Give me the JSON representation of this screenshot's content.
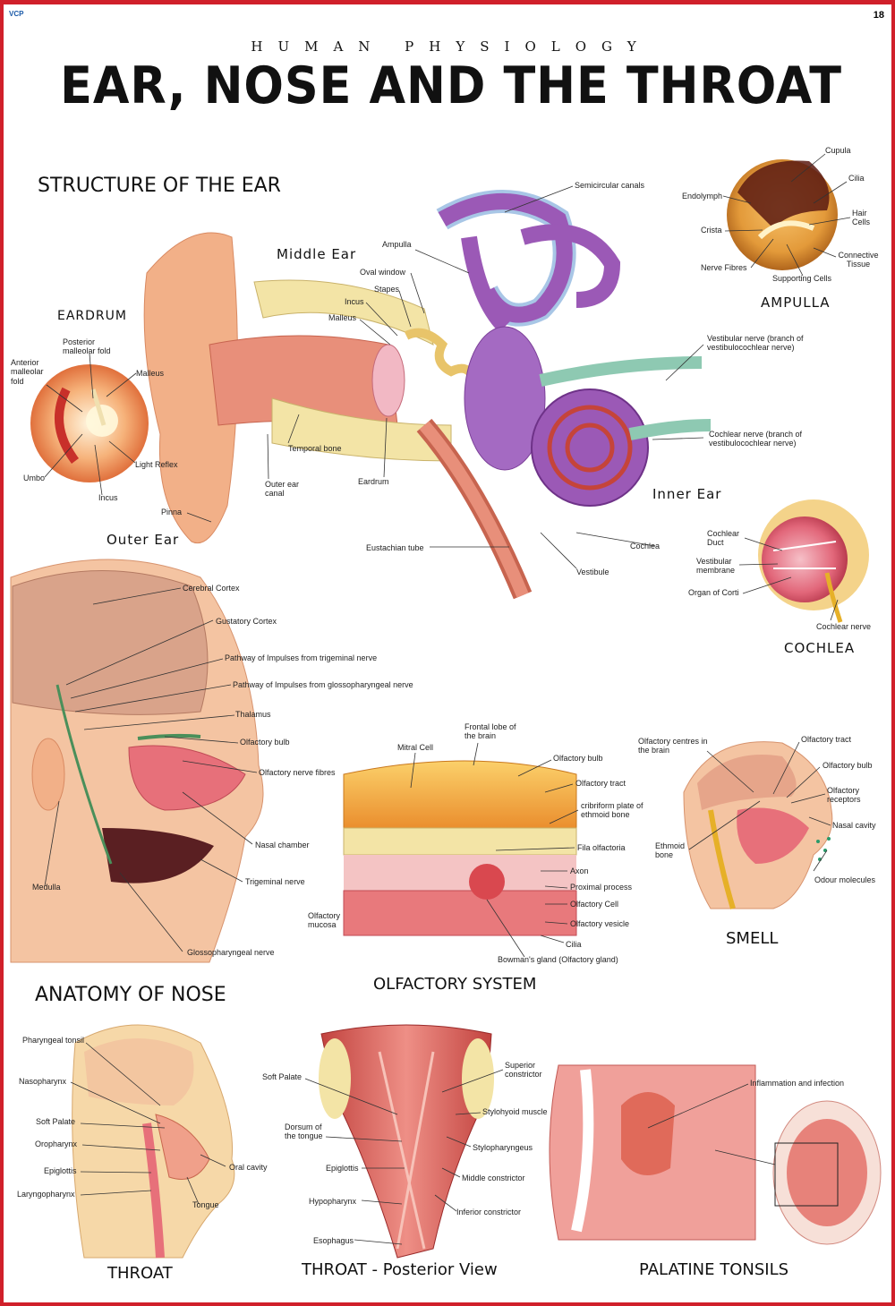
{
  "header": {
    "logo": "VCP",
    "page_number": "18",
    "supertitle": "HUMAN PHYSIOLOGY",
    "title": "EAR, NOSE AND THE THROAT"
  },
  "sections": {
    "structure_of_ear": "STRUCTURE OF THE EAR",
    "eardrum": "EARDRUM",
    "middle_ear": "Middle Ear",
    "outer_ear": "Outer Ear",
    "inner_ear": "Inner Ear",
    "ampulla": "AMPULLA",
    "cochlea": "COCHLEA",
    "anatomy_of_nose": "ANATOMY OF NOSE",
    "olfactory_system": "OLFACTORY SYSTEM",
    "smell": "SMELL",
    "throat": "THROAT",
    "throat_posterior": "THROAT - Posterior View",
    "palatine_tonsils": "PALATINE TONSILS"
  },
  "labels": {
    "eardrum": {
      "posterior_malleolar_fold": "Posterior malleolar fold",
      "anterior_malleolar_fold": "Anterior malleolar fold",
      "malleus": "Malleus",
      "umbo": "Umbo",
      "light_reflex": "Light Reflex",
      "incus": "Incus"
    },
    "ear": {
      "pinna": "Pinna",
      "semicircular_canals": "Semicircular canals",
      "ampulla": "Ampulla",
      "oval_window": "Oval window",
      "stapes": "Stapes",
      "incus": "Incus",
      "malleus": "Malleus",
      "temporal_bone": "Temporal bone",
      "outer_ear_canal": "Outer ear canal",
      "eardrum": "Eardrum",
      "eustachian_tube": "Eustachian tube",
      "vestibule": "Vestibule",
      "cochlea": "Cochlea",
      "vestibular_nerve": "Vestibular nerve (branch of vestibulocochlear nerve)",
      "cochlear_nerve": "Cochlear nerve (branch of vestibulocochlear nerve)"
    },
    "ampulla": {
      "cupula": "Cupula",
      "cilia": "Cilia",
      "endolymph": "Endolymph",
      "hair_cells": "Hair Cells",
      "crista": "Crista",
      "connective_tissue": "Connective Tissue",
      "nerve_fibres": "Nerve Fibres",
      "supporting_cells": "Supporting Cells"
    },
    "cochlea": {
      "cochlear_duct": "Cochlear Duct",
      "vestibular_membrane": "Vestibular membrane",
      "organ_of_corti": "Organ of Corti",
      "cochlear_nerve": "Cochlear nerve"
    },
    "nose": {
      "cerebral_cortex": "Cerebral Cortex",
      "gustatory_cortex": "Gustatory Cortex",
      "trigeminal_pathway": "Pathway of Impulses from trigeminal nerve",
      "glossopharyngeal_pathway": "Pathway of Impulses from glossopharyngeal nerve",
      "thalamus": "Thalamus",
      "olfactory_bulb": "Olfactory bulb",
      "olfactory_nerve_fibres": "Olfactory nerve fibres",
      "nasal_chamber": "Nasal chamber",
      "trigeminal_nerve": "Trigeminal nerve",
      "medulla": "Medulla",
      "glossopharyngeal_nerve": "Glossopharyngeal nerve"
    },
    "olfactory": {
      "frontal_lobe": "Frontal lobe of the brain",
      "mitral_cell": "Mitral Cell",
      "olfactory_bulb": "Olfactory bulb",
      "olfactory_tract": "Olfactory tract",
      "cribriform_plate": "cribriform plate of ethmoid bone",
      "fila_olfactoria": "Fila olfactoria",
      "axon": "Axon",
      "proximal_process": "Proximal process",
      "olfactory_cell": "Olfactory Cell",
      "olfactory_vesicle": "Olfactory vesicle",
      "cilia": "Cilia",
      "bowmans_gland": "Bowman's gland (Olfactory gland)",
      "olfactory_mucosa": "Olfactory mucosa"
    },
    "smell": {
      "olfactory_centres": "Olfactory centres in the brain",
      "olfactory_tract": "Olfactory tract",
      "olfactory_bulb": "Olfactory bulb",
      "olfactory_receptors": "Olfactory receptors",
      "nasal_cavity": "Nasal cavity",
      "ethmoid_bone": "Ethmoid bone",
      "odour_molecules": "Odour molecules"
    },
    "throat": {
      "pharyngeal_tonsil": "Pharyngeal tonsil",
      "nasopharynx": "Nasopharynx",
      "soft_palate": "Soft Palate",
      "oropharynx": "Oropharynx",
      "oral_cavity": "Oral cavity",
      "epiglottis": "Epiglottis",
      "laryngopharynx": "Laryngopharynx",
      "tongue": "Tongue"
    },
    "posterior": {
      "soft_palate": "Soft Palate",
      "superior_constrictor": "Superior constrictor",
      "stylohyoid_muscle": "Stylohyoid muscle",
      "dorsum_of_tongue": "Dorsum of the tongue",
      "stylopharyngeus": "Stylopharyngeus",
      "epiglottis": "Epiglottis",
      "middle_constrictor": "Middle constrictor",
      "hypopharynx": "Hypopharynx",
      "inferior_constrictor": "Inferior constrictor",
      "esophagus": "Esophagus"
    },
    "tonsils": {
      "inflammation": "Inflammation and infection"
    }
  },
  "colors": {
    "border": "#d0202a",
    "skin": "#f2b088",
    "flesh": "#e07a6a",
    "purple": "#9b59b6",
    "bone": "#f3e4a6",
    "brain": "#d9a38a",
    "nerve_green": "#4a8f5a"
  }
}
